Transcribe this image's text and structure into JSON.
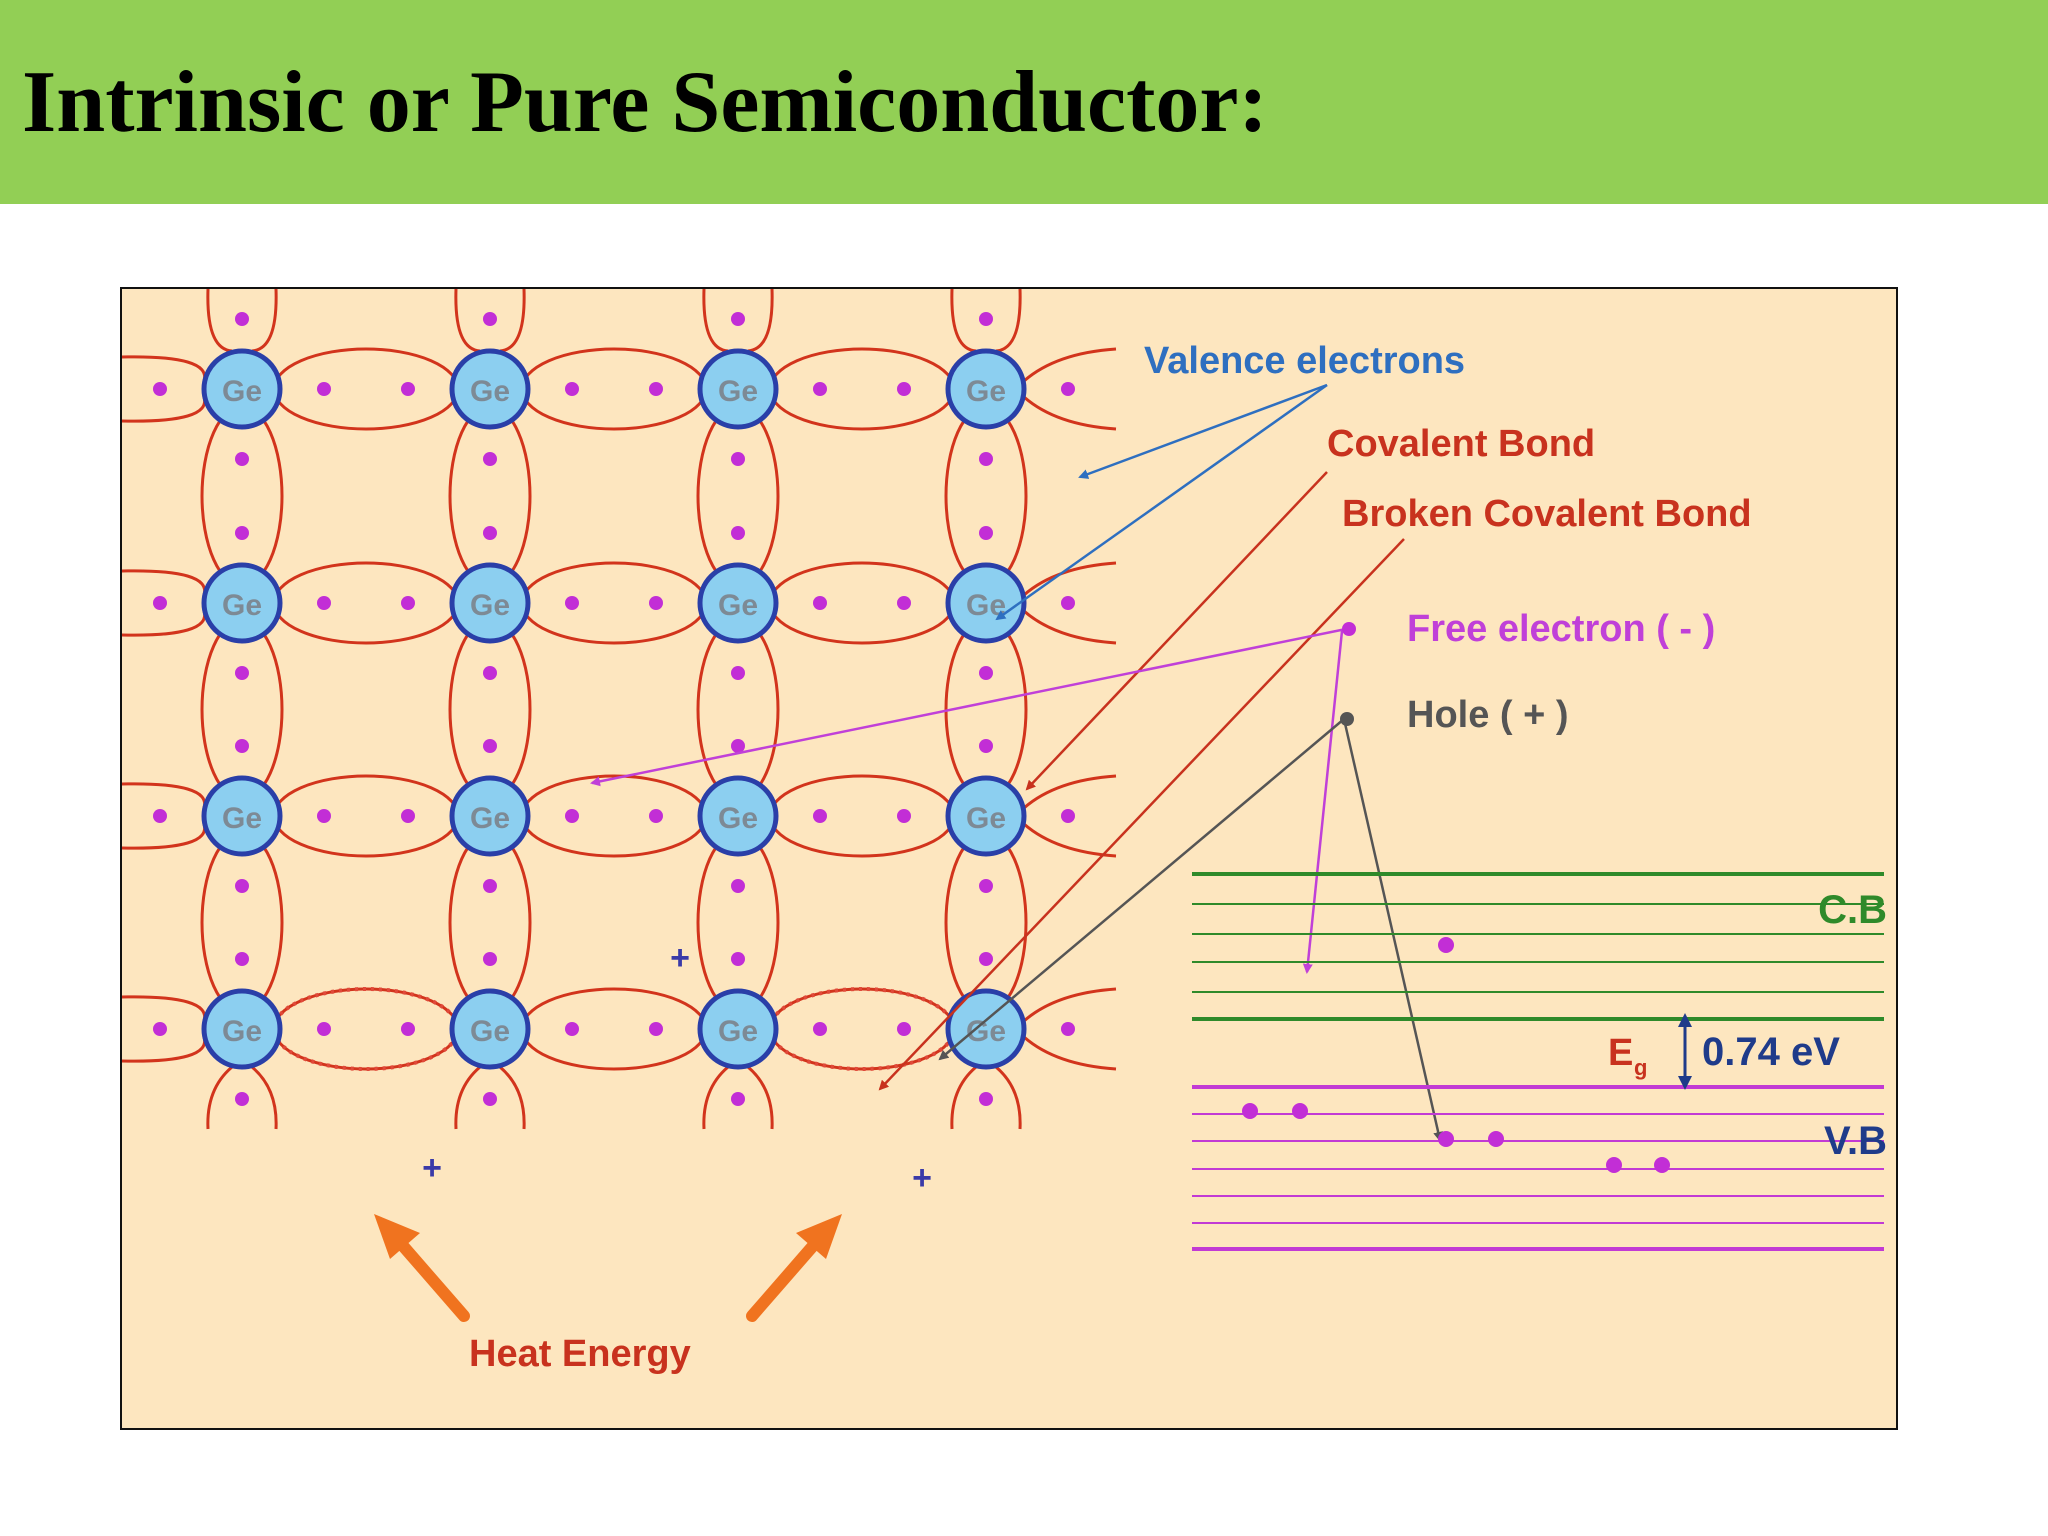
{
  "title": "Intrinsic or Pure Semiconductor:",
  "diagram": {
    "atom_label": "Ge",
    "labels": {
      "valence_electrons": "Valence electrons",
      "covalent_bond": "Covalent Bond",
      "broken_covalent_bond": "Broken Covalent Bond",
      "free_electron": "Free electron ( - )",
      "hole": "Hole ( + )",
      "heat_energy": "Heat Energy",
      "conduction_band": "C.B",
      "valence_band": "V.B",
      "energy_gap_symbol": "E",
      "energy_gap_subscript": "g",
      "energy_gap_value": "0.74 eV",
      "hole_sign": "+"
    },
    "colors": {
      "background": "#fde6bf",
      "atom_fill": "#8ccff0",
      "atom_stroke": "#2a3fa8",
      "bond": "#d2341c",
      "electron": "#c22ed6",
      "valence_label": "#2e6fc0",
      "bond_label": "#c8321e",
      "free_electron_label": "#c040d8",
      "hole_label": "#555555",
      "conduction_band": "#2f8a2a",
      "valence_band": "#c23ad4",
      "heat_arrow": "#f0731f",
      "gap_text": "#1f3b8a"
    }
  }
}
